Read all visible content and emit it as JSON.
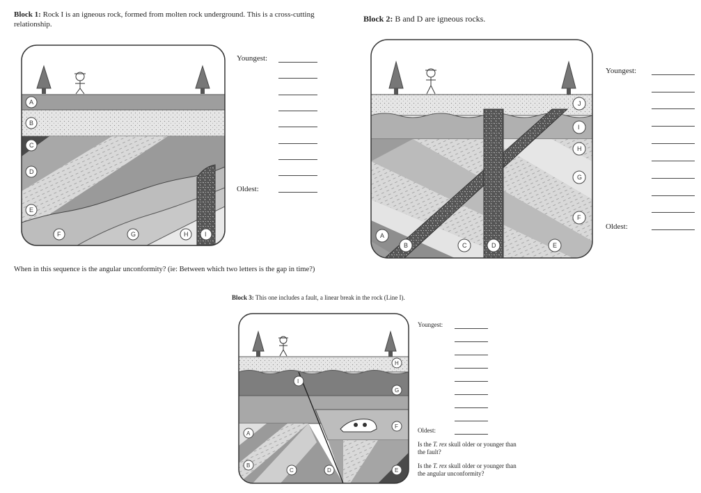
{
  "block1": {
    "heading": "Block 1:",
    "description": "Rock I is an igneous rock, formed from molten rock underground.  This is a cross-cutting relationship.",
    "youngest_label": "Youngest:",
    "oldest_label": "Oldest:",
    "letters": [
      "A",
      "B",
      "C",
      "D",
      "E",
      "F",
      "G",
      "H",
      "I"
    ]
  },
  "block2": {
    "heading": "Block 2:",
    "description": "B and D are igneous rocks.",
    "youngest_label": "Youngest:",
    "oldest_label": "Oldest:",
    "letters": [
      "J",
      "I",
      "H",
      "G",
      "F",
      "A",
      "B",
      "C",
      "D",
      "E"
    ]
  },
  "question1": "When in this sequence is the angular unconformity? (ie: Between which two letters is the gap in time?)",
  "block3": {
    "heading": "Block 3:",
    "description": "This one includes a fault, a linear break in the rock (Line I).",
    "youngest_label": "Youngest:",
    "oldest_label": "Oldest:",
    "question_a_pre": "Is the ",
    "question_a_em": "T. rex",
    "question_a_post": " skull older or younger than the fault?",
    "question_b_pre": "Is the ",
    "question_b_em": "T. rex",
    "question_b_post": " skull older or younger than the angular unconformity?",
    "letters": [
      "H",
      "I",
      "G",
      "F",
      "A",
      "B",
      "C",
      "D",
      "E"
    ]
  }
}
